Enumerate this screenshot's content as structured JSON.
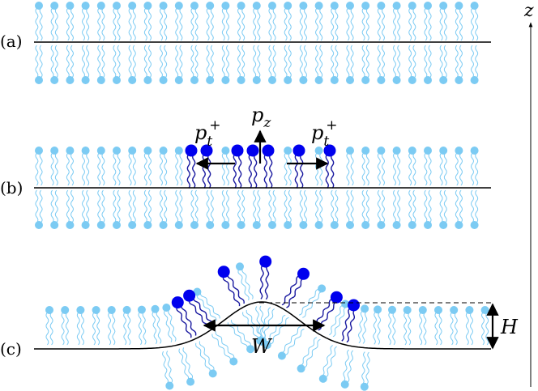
{
  "figure": {
    "axis_label": "z",
    "panels": [
      {
        "id": "a",
        "label": "(a)"
      },
      {
        "id": "b",
        "label": "(b)",
        "arrows": {
          "p_t_left": {
            "base": "p",
            "sub": "t",
            "sup": "+"
          },
          "p_z": {
            "base": "p",
            "sub": "z"
          },
          "p_t_right": {
            "base": "p",
            "sub": "t",
            "sup": "+"
          }
        }
      },
      {
        "id": "c",
        "label": "(c)",
        "width_label": "W",
        "height_label": "H"
      }
    ]
  },
  "colors": {
    "light_lipid": "#7ccbf3",
    "dark_lipid": "#0000ee",
    "tail_light": "#7ccbf3",
    "tail_dark": "#1a1aa0",
    "line": "#000000"
  }
}
